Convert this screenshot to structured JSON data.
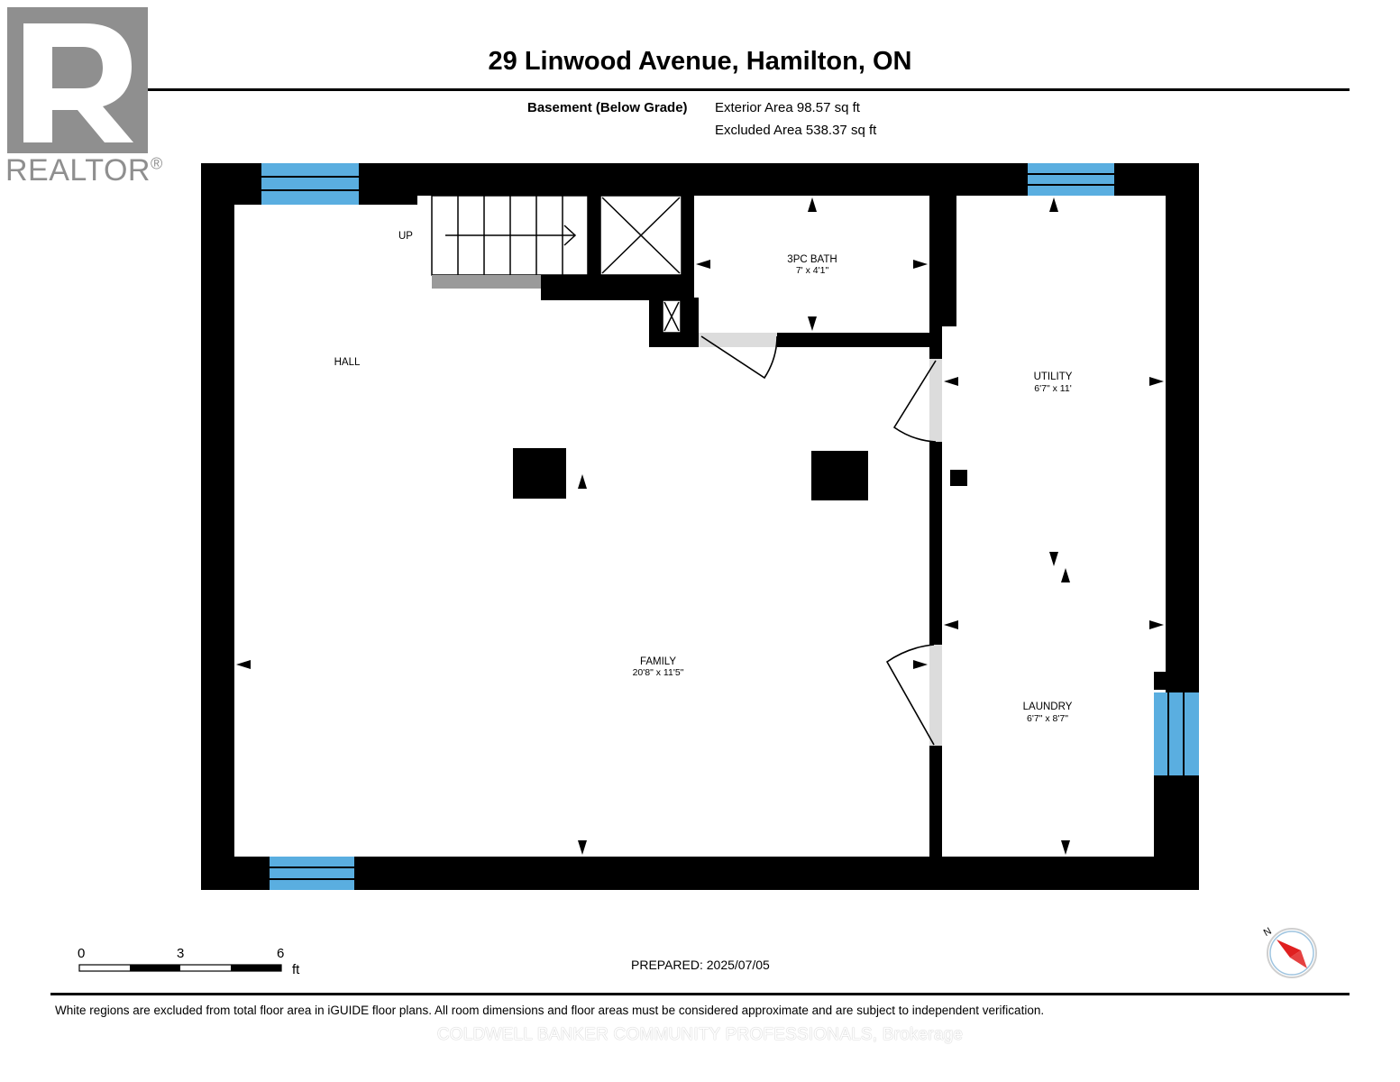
{
  "header": {
    "title": "29 Linwood Avenue, Hamilton, ON",
    "floor_label": "Basement (Below Grade)",
    "exterior_area": "Exterior Area 98.57 sq ft",
    "excluded_area": "Excluded Area 538.37 sq ft"
  },
  "logo": {
    "word": "REALTOR",
    "mark": "®"
  },
  "rooms": {
    "up": "UP",
    "hall": "HALL",
    "bath_name": "3PC BATH",
    "bath_dim": "7' x 4'1\"",
    "utility_name": "UTILITY",
    "utility_dim": "6'7\" x 11'",
    "family_name": "FAMILY",
    "family_dim": "20'8\" x 11'5\"",
    "laundry_name": "LAUNDRY",
    "laundry_dim": "6'7\" x 8'7\""
  },
  "scale": {
    "labels": [
      "0",
      "3",
      "6"
    ],
    "unit": "ft"
  },
  "compass": {
    "label": "N"
  },
  "footer": {
    "prepared": "PREPARED: 2025/07/05",
    "disclaimer": "White regions are excluded from total floor area in iGUIDE floor plans. All room dimensions and floor areas must be considered approximate and are subject to independent verification.",
    "brokerage": "COLDWELL BANKER COMMUNITY PROFESSIONALS, Brokerage"
  },
  "colors": {
    "wall": "#000000",
    "window": "#5aaee0",
    "door_fill": "#dcdcdc",
    "logo_gray": "#8f8f8f"
  }
}
